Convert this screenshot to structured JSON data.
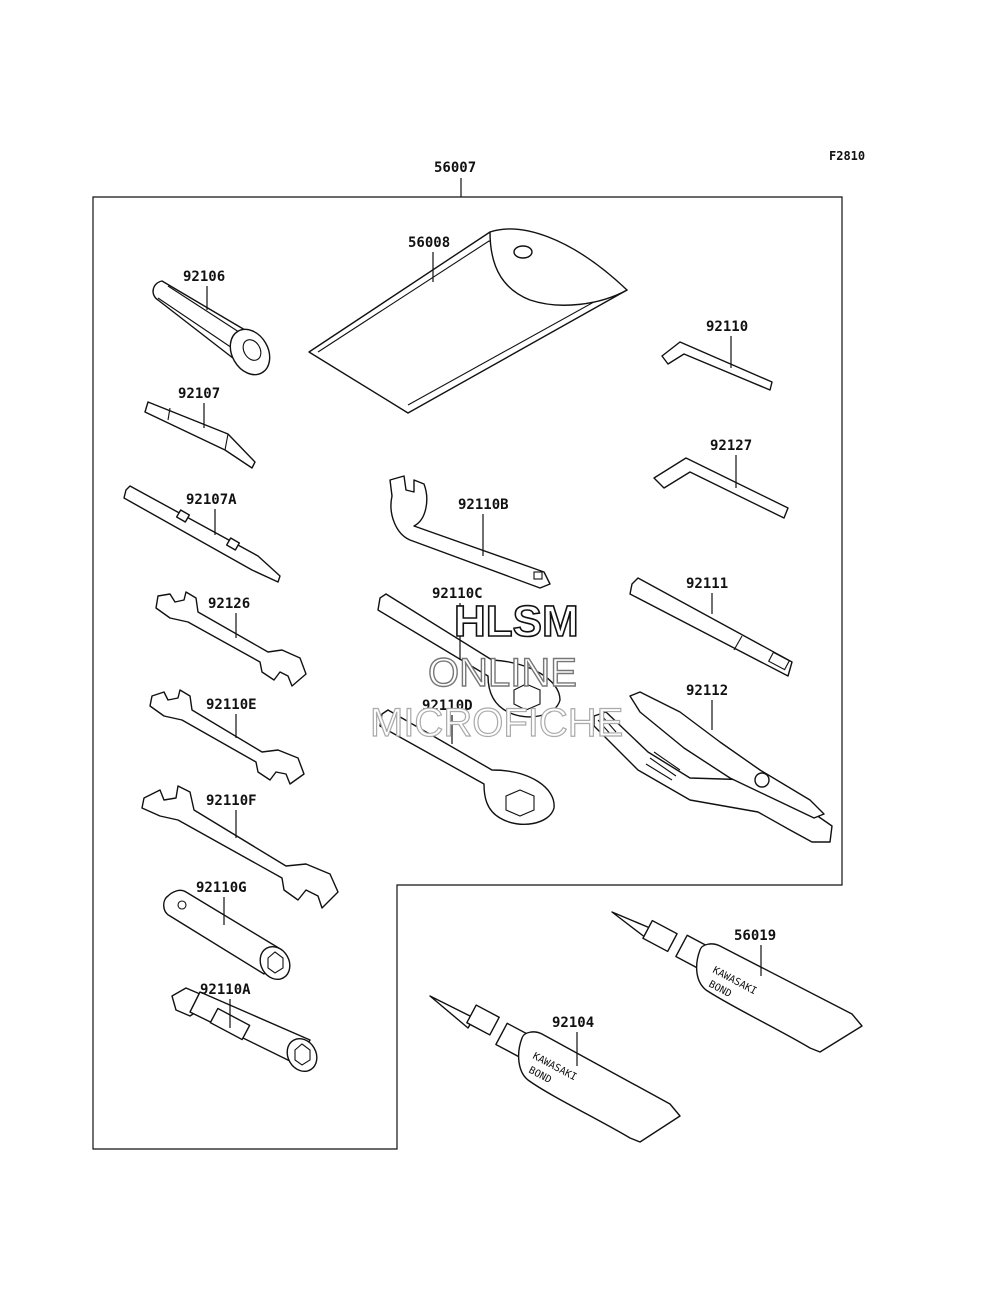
{
  "figure_code": "F2810",
  "part_labels": {
    "p56007": "56007",
    "p56008": "56008",
    "p92106": "92106",
    "p92107": "92107",
    "p92107A": "92107A",
    "p92126": "92126",
    "p92110E": "92110E",
    "p92110F": "92110F",
    "p92110G": "92110G",
    "p92110A": "92110A",
    "p92110": "92110",
    "p92127": "92127",
    "p92110B": "92110B",
    "p92110C": "92110C",
    "p92110D": "92110D",
    "p92111": "92111",
    "p92112": "92112",
    "p56019": "56019",
    "p92104": "92104"
  },
  "tube_print": {
    "brand": "KAWASAKI",
    "product": "BOND"
  },
  "watermark": {
    "line1": "HLSM",
    "line2": "ONLINE",
    "line3": "MICROFICHE"
  }
}
